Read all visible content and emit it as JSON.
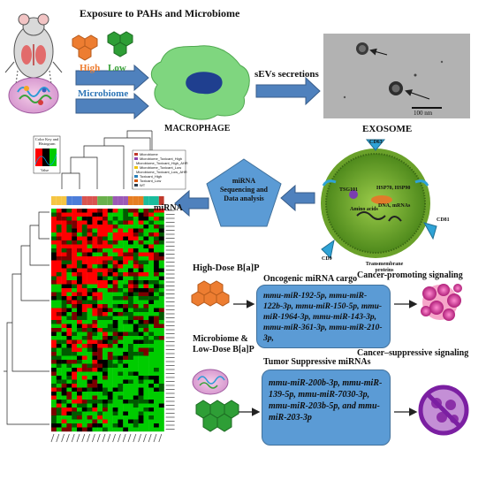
{
  "title": "Exposure to PAHs and Microbiome",
  "labels": {
    "high": "High",
    "low": "Low",
    "microbiome": "Microbiome",
    "macrophage": "MACROPHAGE",
    "sevs": "sEVs secretions",
    "exosome": "EXOSOME",
    "scale_bar": "100 nm",
    "mirna_seq": "miRNA Sequencing and Data analysis",
    "mirna": "miRNA",
    "color_key": "Color Key and Histogram",
    "value": "Value",
    "high_dose": "High-Dose B[a]P",
    "microbiome_low": "Microbiome & Low-Dose B[a]P",
    "oncogenic": "Oncogenic miRNA cargo",
    "tumor_suppressive": "Tumor Suppressive miRNAs",
    "cancer_promoting": "Cancer-promoting signaling",
    "cancer_suppressive": "Cancer–suppressive signaling"
  },
  "exosome_labels": {
    "cd63": "CD63",
    "tsg101": "TSG101",
    "hsp": "HSP70, HSP90",
    "dna": "DNA, mRNAs",
    "amino": "Amino acids",
    "cd81": "CD81",
    "cd9": "CD9",
    "transmembrane": "Transmembrane proteins"
  },
  "oncogenic_box": "mmu-miR-192-5p, mmu-miR-122b-3p, mmu-miR-150-5p, mmu-miR-1964-3p, mmu-miR-143-3p, mmu-miR-361-3p, mmu-miR-210-3p,",
  "suppressive_box": "mmu-miR-200b-3p, mmu-miR-139-5p, mmu-miR-7030-3p, mmu-miR-203b-5p, and mmu-miR-203-3p",
  "legend_items": [
    "Microbiome",
    "Microbiome_Toxicant_High",
    "Microbiome_Toxicant_High_AHR",
    "Microbiome_Toxicant_Low",
    "Microbiome_Toxicant_Low_AHR",
    "Toxicant_High",
    "Toxicant_Low",
    "WT"
  ],
  "colors": {
    "arrow_blue": "#4f81bd",
    "high_orange": "#ed7d31",
    "low_green": "#3aa23a",
    "microbiome_blue": "#2e75b6",
    "box_blue": "#5b9bd5",
    "macrophage_green": "#7fd67f",
    "nucleus_blue": "#1f3f8f",
    "heat_red": "#ff0000",
    "heat_green": "#00cc00"
  }
}
